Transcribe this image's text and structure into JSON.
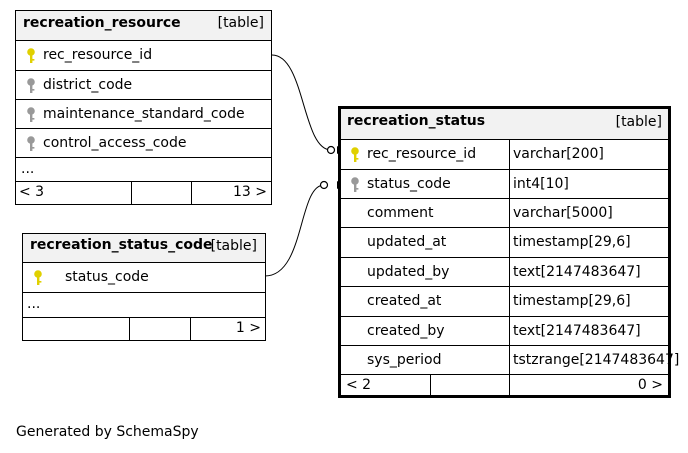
{
  "tables": {
    "recreation_resource": {
      "name": "recreation_resource",
      "type": "[table]",
      "columns": [
        "rec_resource_id",
        "district_code",
        "maintenance_standard_code",
        "control_access_code"
      ],
      "more": "...",
      "parents": "< 3",
      "children": "13 >"
    },
    "recreation_status_code": {
      "name": "recreation_status_code",
      "type": "[table]",
      "columns": [
        "status_code"
      ],
      "more": "...",
      "children": "1 >"
    },
    "recreation_status": {
      "name": "recreation_status",
      "type": "[table]",
      "columns": [
        {
          "name": "rec_resource_id",
          "type": "varchar[200]"
        },
        {
          "name": "status_code",
          "type": "int4[10]"
        },
        {
          "name": "comment",
          "type": "varchar[5000]"
        },
        {
          "name": "updated_at",
          "type": "timestamp[29,6]"
        },
        {
          "name": "updated_by",
          "type": "text[2147483647]"
        },
        {
          "name": "created_at",
          "type": "timestamp[29,6]"
        },
        {
          "name": "created_by",
          "type": "text[2147483647]"
        },
        {
          "name": "sys_period",
          "type": "tstzrange[2147483647]"
        }
      ],
      "parents": "< 2",
      "children": "0 >"
    }
  },
  "colors": {
    "primary_key": "#e0d000",
    "foreign_key": "#999999",
    "header_bg": "#f2f2f2"
  },
  "footer": "Generated by SchemaSpy"
}
